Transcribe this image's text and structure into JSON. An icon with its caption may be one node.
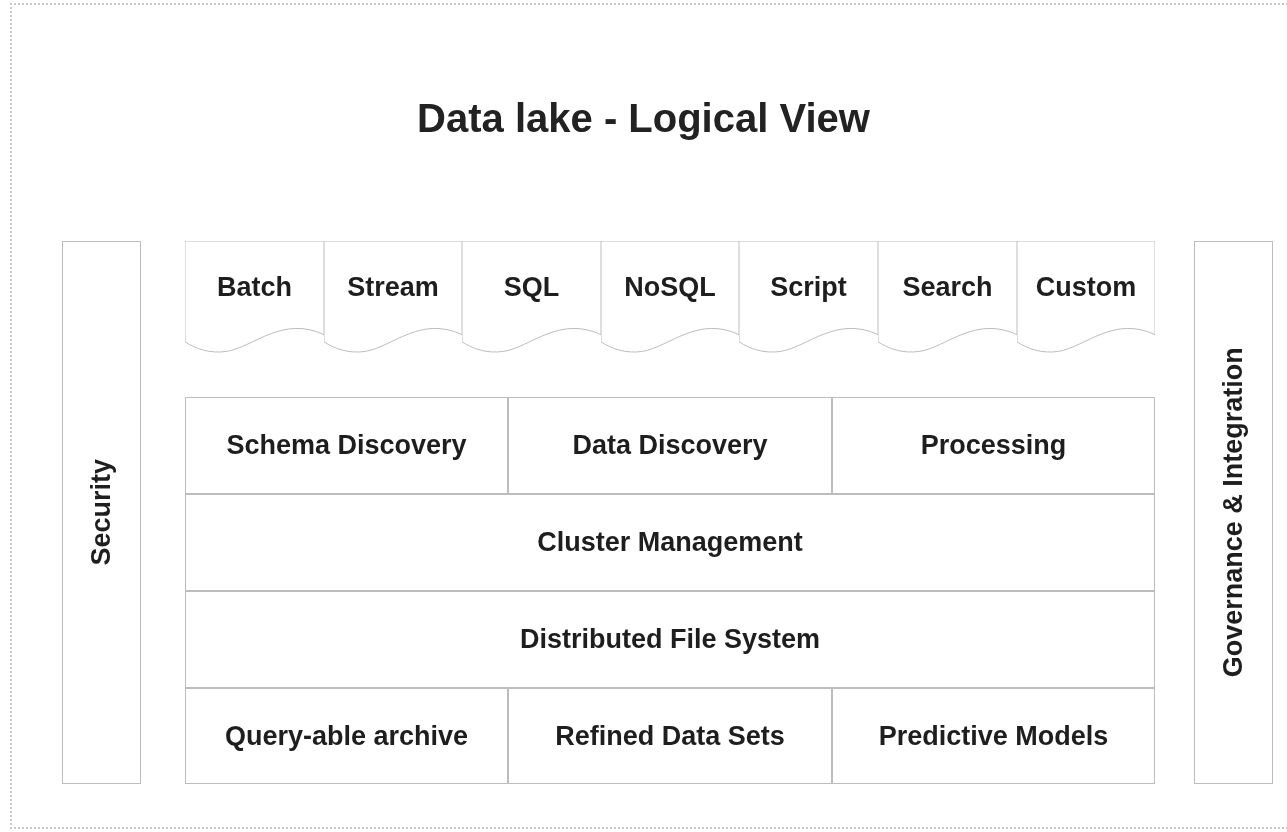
{
  "diagram": {
    "title": "Data lake - Logical View",
    "nodes": [
      {
        "text": [
          "Security"
        ]
      },
      {
        "text": [
          "Batch"
        ]
      },
      {
        "text": [
          "Stream"
        ]
      },
      {
        "text": [
          "SQL"
        ]
      },
      {
        "text": [
          "NoSQL"
        ]
      },
      {
        "text": [
          "Script"
        ]
      },
      {
        "text": [
          "Search"
        ]
      },
      {
        "text": [
          "Custom"
        ]
      },
      {
        "text": [
          "Schema Discovery"
        ]
      },
      {
        "text": [
          "Data Discovery"
        ]
      },
      {
        "text": [
          "Processing"
        ]
      },
      {
        "text": [
          "Cluster Management"
        ]
      },
      {
        "text": [
          "Distributed File System"
        ]
      },
      {
        "text": [
          "Query-able archive"
        ]
      },
      {
        "text": [
          "Refined Data Sets"
        ]
      },
      {
        "text": [
          "Predictive Models"
        ]
      },
      {
        "text": [
          "Governance & Integration"
        ]
      }
    ],
    "edges": []
  }
}
